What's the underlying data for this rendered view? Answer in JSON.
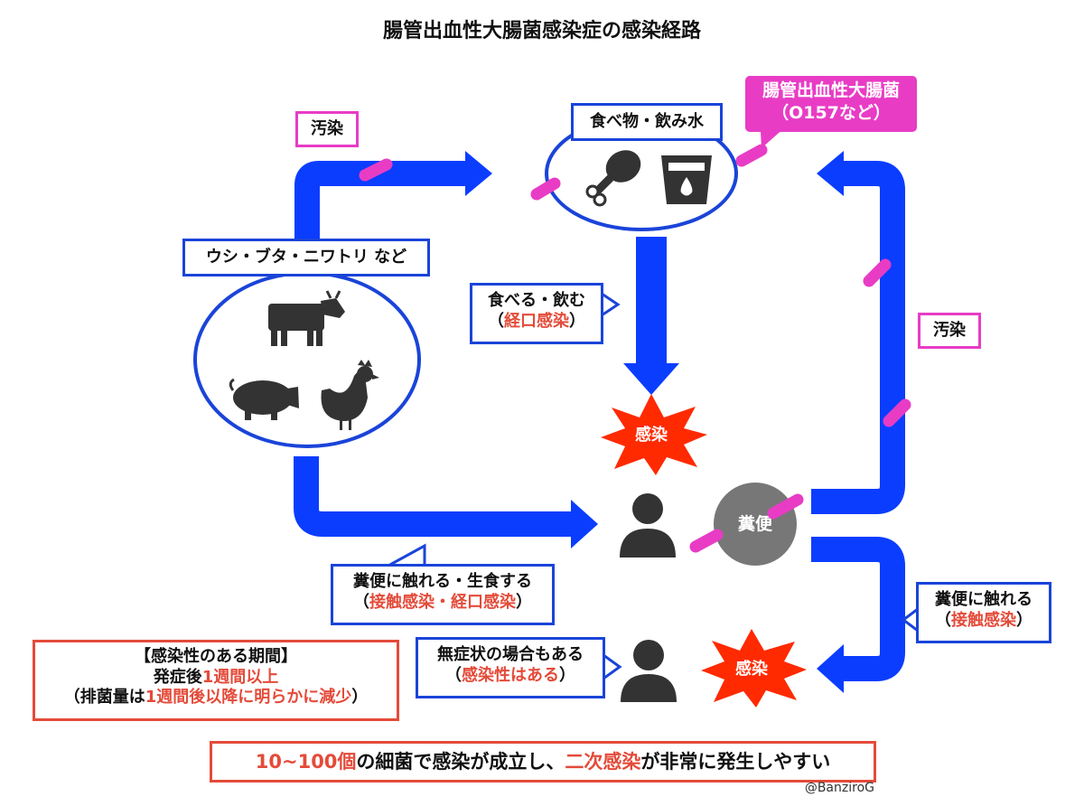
{
  "title": "腸管出血性大腸菌感染症の感染経路",
  "pathogen": {
    "line1": "腸管出血性大腸菌",
    "line2": "（O157など）"
  },
  "contamination_left": "汚染",
  "contamination_right": "汚染",
  "food_label": "食べ物・飲み水",
  "animals_label": "ウシ・ブタ・ニワトリ など",
  "eat_drink": {
    "line1": "食べる・飲む",
    "paren_open": "（",
    "highlight": "経口感染",
    "paren_close": "）"
  },
  "infection_top": "感染",
  "infection_bottom": "感染",
  "feces": "糞便",
  "touch_raw": {
    "line1": "糞便に触れる・生食する",
    "paren_open": "（",
    "highlight": "接触感染・経口感染",
    "paren_close": "）"
  },
  "touch_feces": {
    "line1": "糞便に触れる",
    "paren_open": "（",
    "highlight": "接触感染",
    "paren_close": "）"
  },
  "asymptomatic": {
    "line1": "無症状の場合もある",
    "paren_open": "（",
    "highlight": "感染性はある",
    "paren_close": "）"
  },
  "infectious_period": {
    "heading": "【感染性のある期間】",
    "line2_prefix": "発症後",
    "line2_highlight": "1週間以上",
    "line3_open": "（排菌量は",
    "line3_highlight": "1週間後以降に明らかに減少",
    "line3_close": "）"
  },
  "bottom_note": {
    "part1": "10~100個",
    "part2": "の細菌で感染が成立し、",
    "part3": "二次感染",
    "part4": "が非常に発生しやすい"
  },
  "credit": "@BanziroG",
  "colors": {
    "arrow": "#0b3dff",
    "outline": "#1a44d9",
    "pink": "#e83cc5",
    "red": "#e44b3a",
    "burst": "#ff2a00",
    "icon": "#333333",
    "feces": "#777777"
  }
}
